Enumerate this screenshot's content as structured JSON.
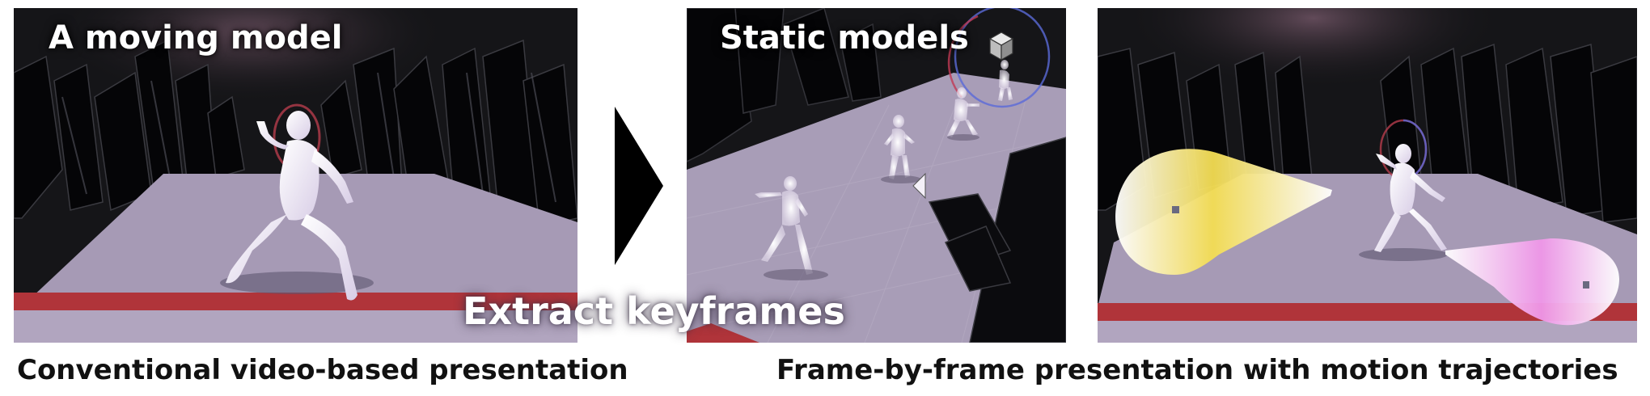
{
  "panels": {
    "left": {
      "label": "A moving model"
    },
    "middle": {
      "label": "Static models"
    },
    "transition": {
      "label": "Extract keyframes"
    }
  },
  "captions": {
    "left": "Conventional video-based presentation",
    "right": "Frame-by-frame presentation with motion trajectories"
  },
  "colors": {
    "floor": "#a69ab5",
    "rail": "#b0343a",
    "background": "#151518",
    "trajectory_yellow": "#f4dd52",
    "trajectory_pink": "#ef96e8"
  },
  "icons": [
    "arrow-right-icon",
    "cube-icon",
    "rotation-gizmo-icon"
  ]
}
